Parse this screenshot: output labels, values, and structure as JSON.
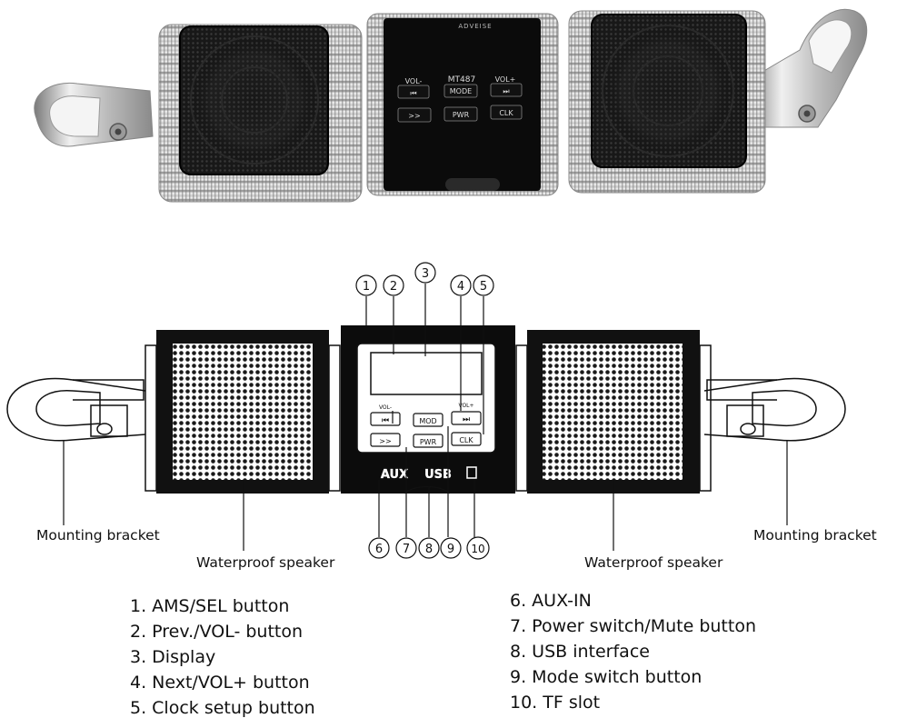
{
  "photo": {
    "brand": "ADVEISE",
    "model": "MT487",
    "buttons": {
      "vol_minus": "VOL-",
      "mode": "MODE",
      "vol_plus": "VOL+",
      "skip": ">>",
      "pwr": "PWR",
      "clk": "CLK"
    }
  },
  "diagram": {
    "callouts": [
      "1",
      "2",
      "3",
      "4",
      "5",
      "6",
      "7",
      "8",
      "9",
      "10"
    ],
    "panel": {
      "vol_minus": "VOL-",
      "vol_plus": "VOL+",
      "mod": "MOD",
      "pwr": "PWR",
      "clk": "CLK",
      "skip": ">>",
      "aux": "AUX",
      "usb": "USB"
    },
    "labels": {
      "mounting_bracket_left": "Mounting bracket",
      "mounting_bracket_right": "Mounting bracket",
      "speaker_left": "Waterproof speaker",
      "speaker_right": "Waterproof speaker"
    }
  },
  "legend": {
    "left": [
      "1. AMS/SEL button",
      "2. Prev./VOL- button",
      "3. Display",
      "4. Next/VOL+ button",
      "5. Clock setup button"
    ],
    "right": [
      "6. AUX-IN",
      "7. Power switch/Mute button",
      "8. USB interface",
      "9. Mode switch button",
      "10. TF slot"
    ]
  },
  "colors": {
    "chrome_light": "#e8e8e8",
    "chrome_dark": "#9a9a9a",
    "grille": "#1a1a1a",
    "panel": "#0c0c0c",
    "outline": "#111111"
  }
}
